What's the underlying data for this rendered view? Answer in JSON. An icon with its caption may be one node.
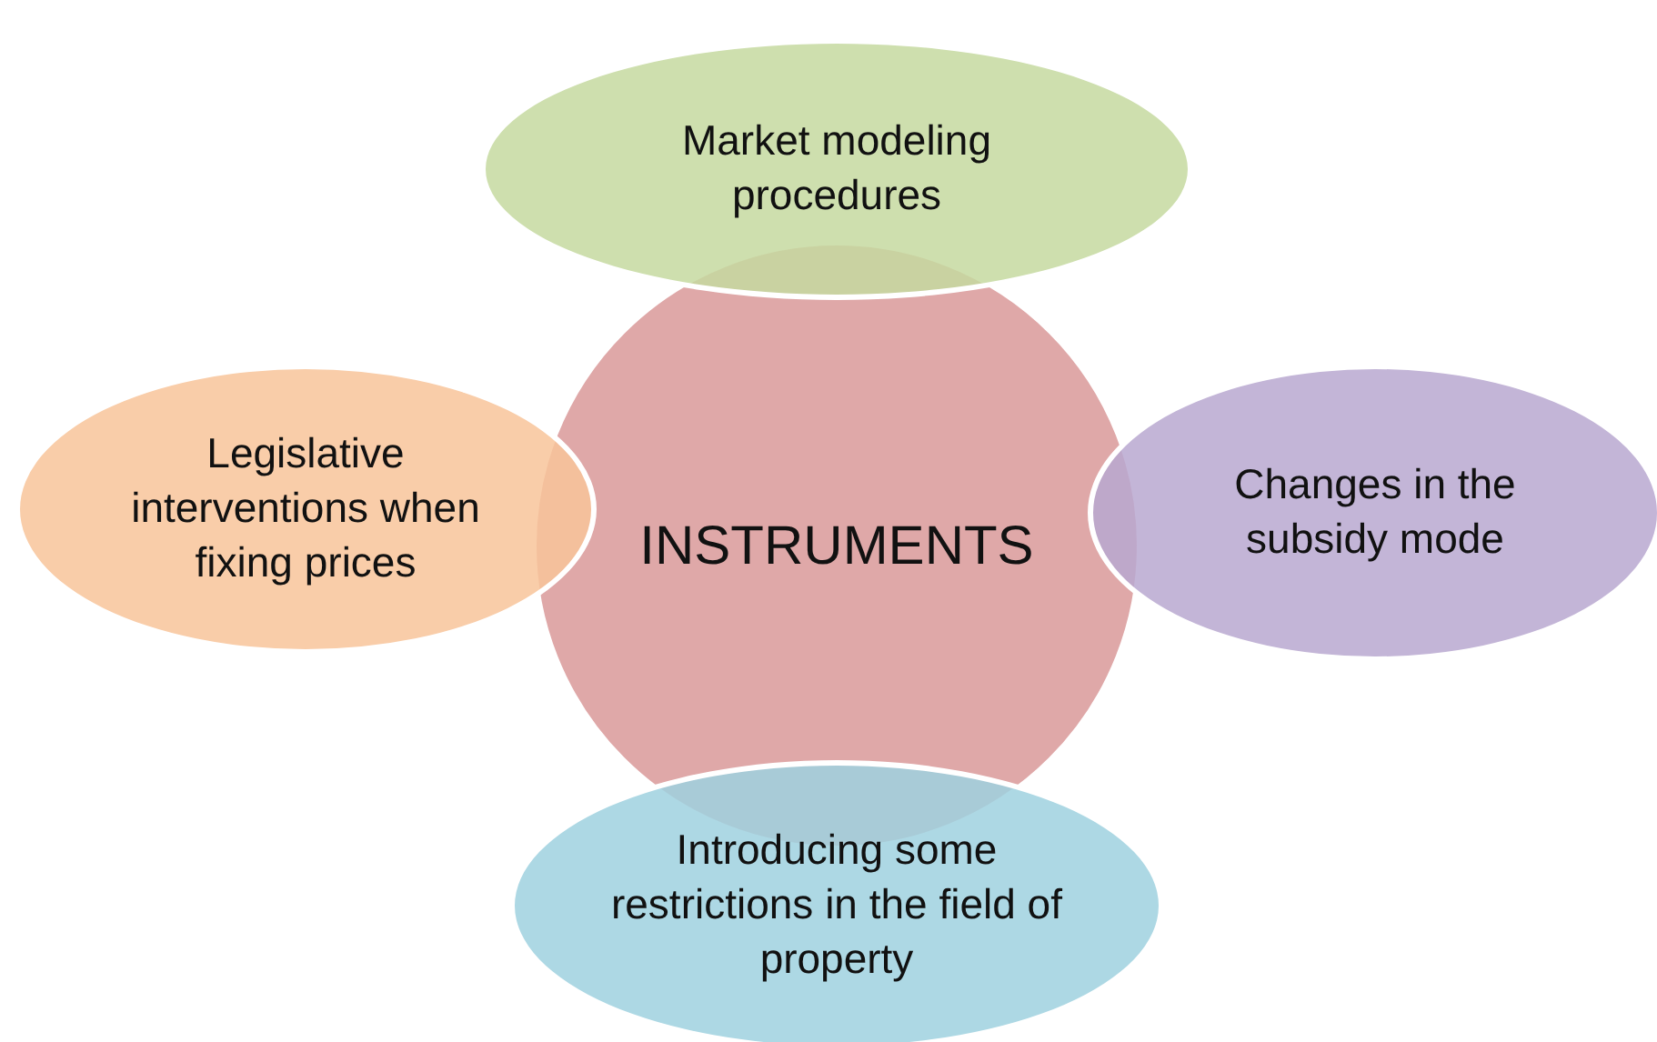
{
  "diagram": {
    "nodes": [
      {
        "text": [
          "Market modeling procedures"
        ]
      },
      {
        "text": [
          "Legislative interventions when fixing prices"
        ]
      },
      {
        "text": [
          "INSTRUMENTS"
        ]
      },
      {
        "text": [
          "Changes in the subsidy mode"
        ]
      },
      {
        "text": [
          "Introducing some restrictions in the field of property"
        ]
      }
    ],
    "edges": []
  }
}
